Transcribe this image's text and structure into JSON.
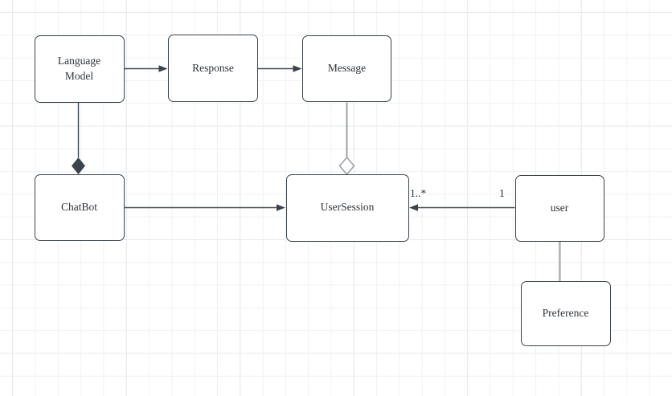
{
  "diagram": {
    "nodes": [
      {
        "id": "language-model",
        "label": "Language\nModel"
      },
      {
        "id": "response",
        "label": "Response"
      },
      {
        "id": "message",
        "label": "Message"
      },
      {
        "id": "chatbot",
        "label": "ChatBot"
      },
      {
        "id": "user-session",
        "label": "UserSession"
      },
      {
        "id": "user",
        "label": "user"
      },
      {
        "id": "preference",
        "label": "Preference"
      }
    ],
    "edges": [
      {
        "from": "language-model",
        "to": "response",
        "type": "arrow"
      },
      {
        "from": "response",
        "to": "message",
        "type": "arrow"
      },
      {
        "from": "language-model",
        "to": "chatbot",
        "type": "composition-diamond"
      },
      {
        "from": "message",
        "to": "user-session",
        "type": "aggregation-diamond"
      },
      {
        "from": "chatbot",
        "to": "user-session",
        "type": "arrow"
      },
      {
        "from": "user",
        "to": "user-session",
        "type": "arrow",
        "target_multiplicity": "1..*",
        "source_multiplicity": "1"
      },
      {
        "from": "user",
        "to": "preference",
        "type": "line"
      }
    ],
    "edge_labels": {
      "user_to_usersession_target": "1..*",
      "user_to_usersession_source": "1"
    },
    "colors": {
      "stroke_dark": "#3a434e",
      "stroke_gray": "#9ba1a8",
      "node_fill": "#ffffff",
      "text": "#2d333a",
      "grid_minor": "#f0f1f3",
      "grid_major": "#e6e8ea",
      "canvas_bg": "#ffffff"
    }
  }
}
